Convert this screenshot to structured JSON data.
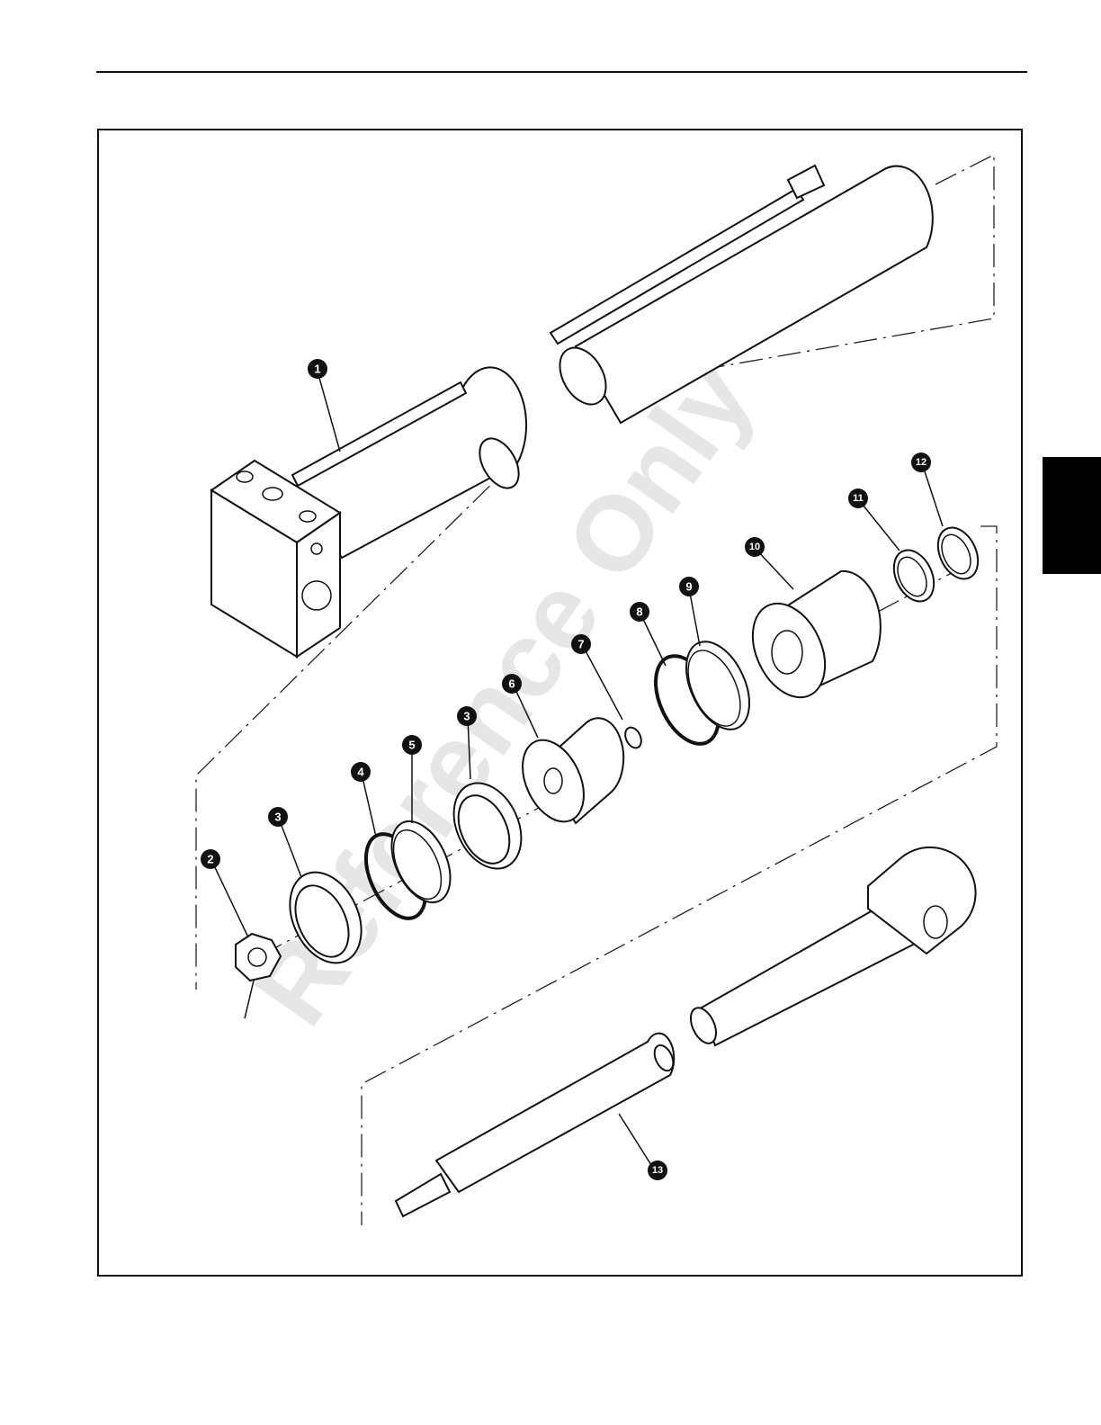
{
  "watermark": "Reference Only",
  "callouts": [
    "1",
    "2",
    "3",
    "3",
    "4",
    "5",
    "6",
    "7",
    "8",
    "9",
    "10",
    "11",
    "12",
    "13"
  ],
  "colors": {
    "ink": "#111111",
    "watermark": "#e6e6e6",
    "tab": "#000000"
  }
}
